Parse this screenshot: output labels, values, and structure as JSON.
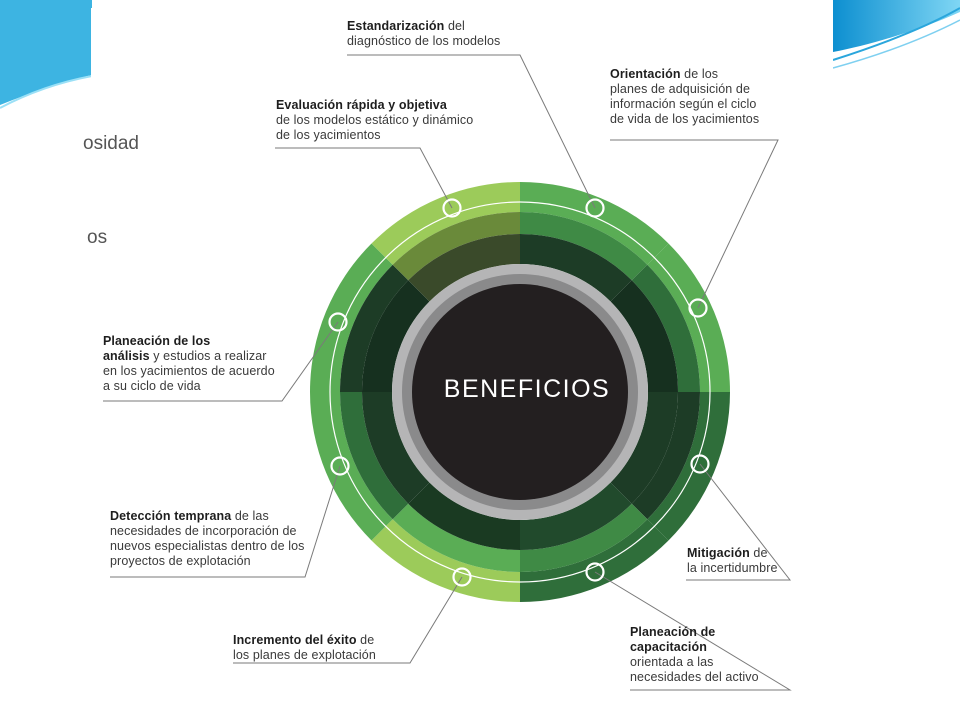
{
  "behind_text": {
    "line1": "osidad",
    "line2": "os"
  },
  "center": {
    "title": "BENEFICIOS"
  },
  "colors": {
    "dark_center": "#231f20",
    "gray_ring": "#8a8a8b",
    "light_green": "#9ccb5a",
    "mid_green": "#5aad55",
    "dark_green": "#2f6e3a",
    "deep_green": "#1d3c26",
    "slide_blue": "#27a7d8"
  },
  "benefits": [
    {
      "id": "estandarizacion",
      "bold": "Estandarización",
      "lines": [
        "del",
        "diagnóstico de los modelos"
      ]
    },
    {
      "id": "orientacion",
      "bold": "Orientación",
      "lines": [
        "de los",
        "planes de adquisición de",
        "información según el ciclo",
        "de vida de los yacimientos"
      ]
    },
    {
      "id": "evaluacion",
      "bold": "Evaluación rápida y objetiva",
      "lines": [
        "",
        "de los modelos estático y dinámico",
        "de los yacimientos"
      ]
    },
    {
      "id": "planeacion-analisis",
      "bold": "Planeación de los",
      "bold2": "análisis",
      "lines": [
        "y estudios a realizar",
        "en los yacimientos de acuerdo",
        "a su ciclo de vida"
      ]
    },
    {
      "id": "deteccion",
      "bold": "Detección temprana",
      "lines": [
        "de las",
        "necesidades de incorporación de",
        "nuevos especialistas dentro de los",
        "proyectos de explotación"
      ]
    },
    {
      "id": "mitigacion",
      "bold": "Mitigación",
      "lines": [
        "de",
        "la incertidumbre"
      ]
    },
    {
      "id": "incremento",
      "bold": "Incremento del éxito",
      "lines": [
        "de",
        "los planes de explotación"
      ]
    },
    {
      "id": "planeacion-capacitacion",
      "bold": "Planeación de",
      "bold2": "capacitación",
      "lines": [
        "",
        "orientada a las",
        "necesidades del activo"
      ]
    }
  ]
}
